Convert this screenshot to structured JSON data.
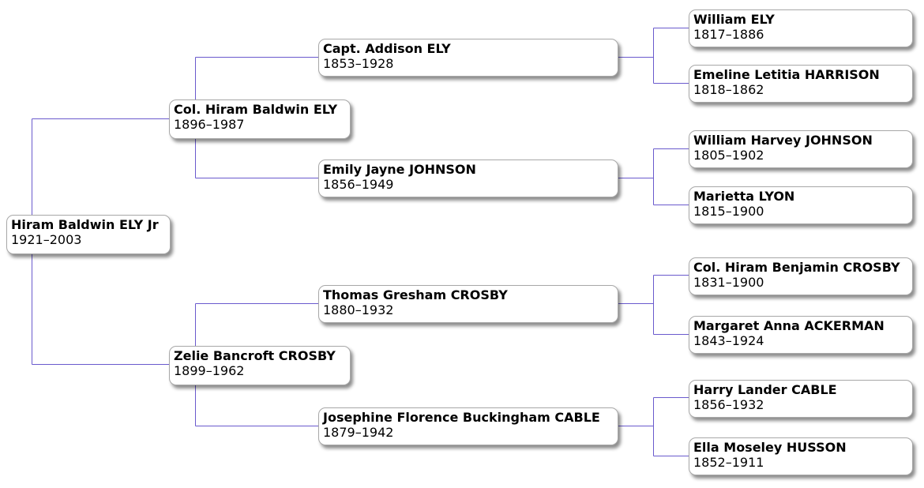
{
  "diagram": {
    "type": "pedigree-chart",
    "line_color": "#6a5acd"
  },
  "people": {
    "root": {
      "name": "Hiram Baldwin ELY Jr",
      "dates": "1921–2003"
    },
    "father": {
      "name": "Col. Hiram Baldwin ELY",
      "dates": "1896–1987"
    },
    "mother": {
      "name": "Zelie Bancroft CROSBY",
      "dates": "1899–1962"
    },
    "paternal_grandfather": {
      "name": "Capt. Addison ELY",
      "dates": "1853–1928"
    },
    "paternal_grandmother": {
      "name": "Emily Jayne JOHNSON",
      "dates": "1856–1949"
    },
    "maternal_grandfather": {
      "name": "Thomas Gresham CROSBY",
      "dates": "1880–1932"
    },
    "maternal_grandmother": {
      "name": "Josephine Florence Buckingham CABLE",
      "dates": "1879–1942"
    },
    "ggf1": {
      "name": "William ELY",
      "dates": "1817–1886"
    },
    "ggm1": {
      "name": "Emeline Letitia HARRISON",
      "dates": "1818–1862"
    },
    "ggf2": {
      "name": "William Harvey JOHNSON",
      "dates": "1805–1902"
    },
    "ggm2": {
      "name": "Marietta LYON",
      "dates": "1815–1900"
    },
    "ggf3": {
      "name": "Col. Hiram Benjamin CROSBY",
      "dates": "1831–1900"
    },
    "ggm3": {
      "name": "Margaret Anna ACKERMAN",
      "dates": "1843–1924"
    },
    "ggf4": {
      "name": "Harry Lander CABLE",
      "dates": "1856–1932"
    },
    "ggm4": {
      "name": "Ella Moseley HUSSON",
      "dates": "1852–1911"
    }
  }
}
